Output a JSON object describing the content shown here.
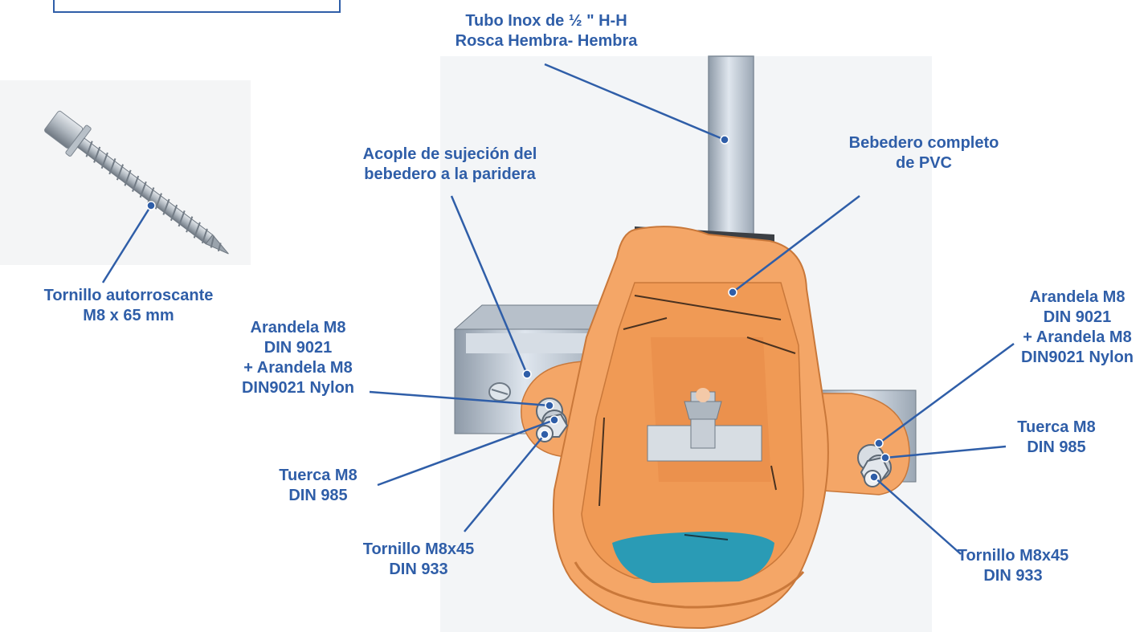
{
  "colors": {
    "label": "#2f5ea8",
    "leader": "#2f5ea8",
    "pvc_orange": "#f4a667",
    "pvc_shade": "#e08a47",
    "steel": "#c9d2dc",
    "steel_dark": "#8b96a3",
    "water": "#2a9bb5"
  },
  "icons": {
    "screw": "self-tapping-screw-photo",
    "drinker": "pvc-drinker-assembly-render"
  },
  "labels": {
    "tubo": [
      "Tubo Inox de ½ \" H-H",
      "Rosca Hembra- Hembra"
    ],
    "bebedero": [
      "Bebedero completo",
      "de PVC"
    ],
    "acople": [
      "Acople de sujeción del",
      "bebedero a la paridera"
    ],
    "tornillo_auto": [
      "Tornillo autorroscante",
      "M8 x 65 mm"
    ],
    "arandela_left": [
      "Arandela M8",
      "DIN 9021",
      "+ Arandela M8",
      "DIN9021 Nylon"
    ],
    "arandela_right": [
      "Arandela M8",
      "DIN 9021",
      "+ Arandela M8",
      "DIN9021 Nylon"
    ],
    "tuerca_left": [
      "Tuerca M8",
      "DIN 985"
    ],
    "tuerca_right": [
      "Tuerca M8",
      "DIN 985"
    ],
    "tornillo_left": [
      "Tornillo M8x45",
      "DIN 933"
    ],
    "tornillo_right": [
      "Tornillo M8x45",
      "DIN 933"
    ]
  }
}
